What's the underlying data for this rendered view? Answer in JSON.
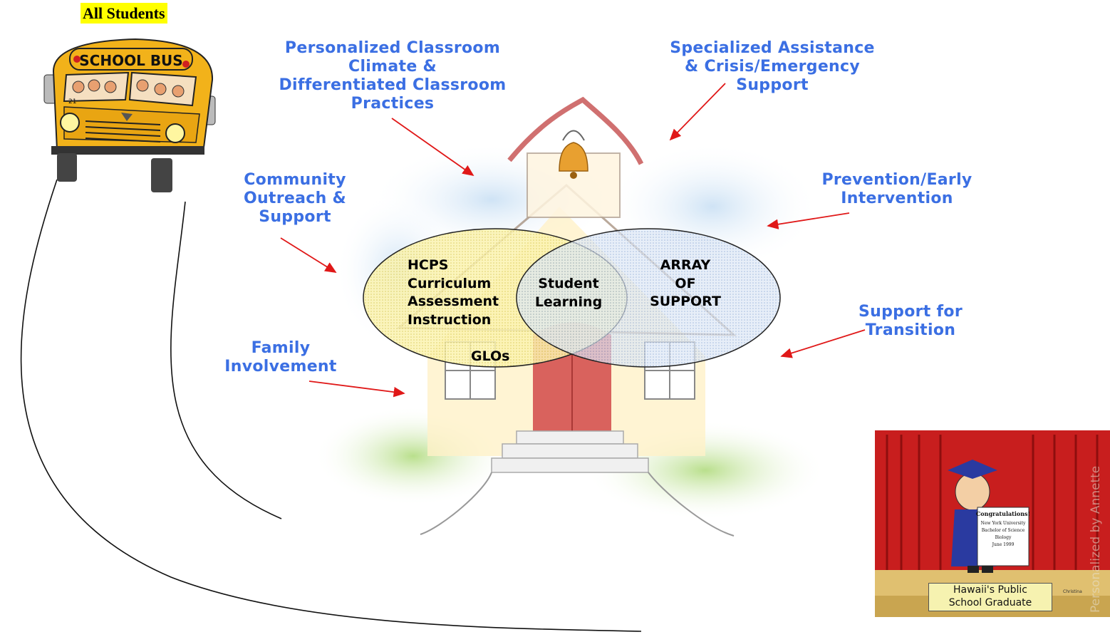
{
  "title": "All Students",
  "bus": {
    "sign": "SCHOOL BUS",
    "number": "21"
  },
  "labels": {
    "personalized": "Personalized Classroom\nClimate &\nDifferentiated Classroom\nPractices",
    "specialized": "Specialized Assistance\n& Crisis/Emergency\nSupport",
    "community": "Community\nOutreach &\nSupport",
    "prevention": "Prevention/Early\nIntervention",
    "transition": "Support for\nTransition",
    "family": "Family\nInvolvement"
  },
  "venn": {
    "left": "HCPS\nCurriculum\nAssessment\nInstruction",
    "glos": "GLOs",
    "center": "Student\nLearning",
    "right": "ARRAY\nOF\nSUPPORT"
  },
  "graduate": {
    "sign": "Hawaii's Public\nSchool Graduate",
    "diploma_title": "Congratulations!",
    "diploma_lines": [
      "New York University",
      "Bachelor of Science",
      "Biology",
      "June 1999"
    ],
    "watermark": "Personalized by Annette",
    "signature": "Christina"
  },
  "colors": {
    "label_blue": "#3b6fe3",
    "arrow_red": "#e01818",
    "highlight": "#ffff00",
    "left_circle": "#f7f0a0",
    "right_circle": "#c8d8ee",
    "curtain": "#c81e1e"
  }
}
